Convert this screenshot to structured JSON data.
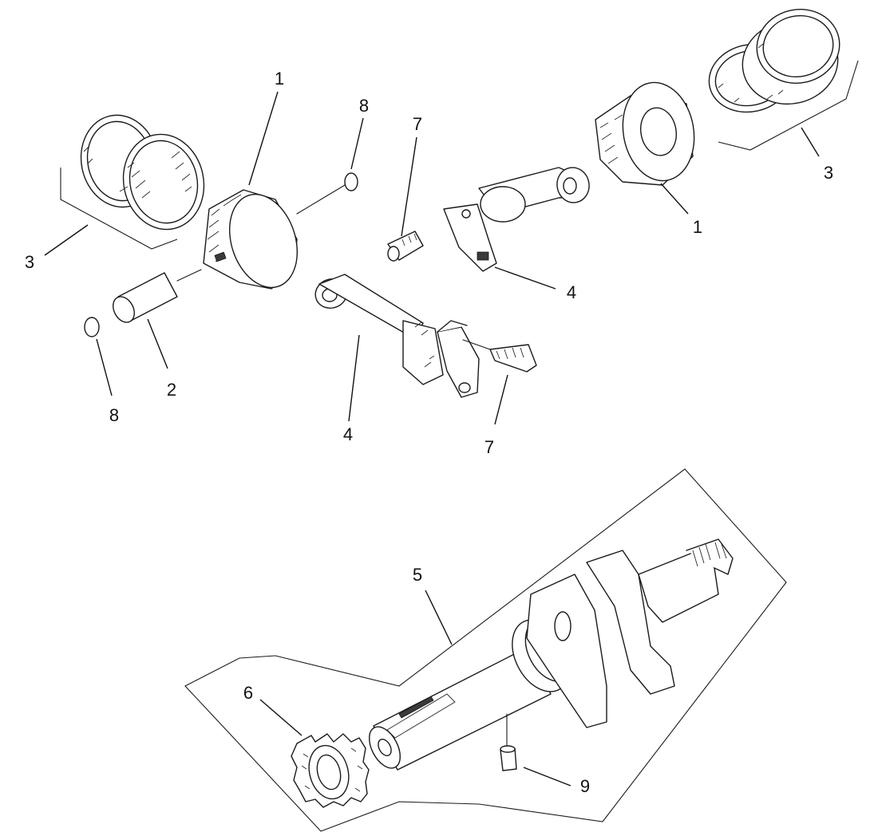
{
  "callouts": {
    "piston_left": "1",
    "piston_right": "1",
    "piston_pin": "2",
    "rings_left": "3",
    "rings_right": "3",
    "rod_center": "4",
    "rod_right": "4",
    "crankshaft": "5",
    "crank_gear": "6",
    "rod_bolt_top": "7",
    "rod_bolt_bottom": "7",
    "retainer_top": "8",
    "retainer_bottom": "8",
    "dowel_pin": "9"
  }
}
